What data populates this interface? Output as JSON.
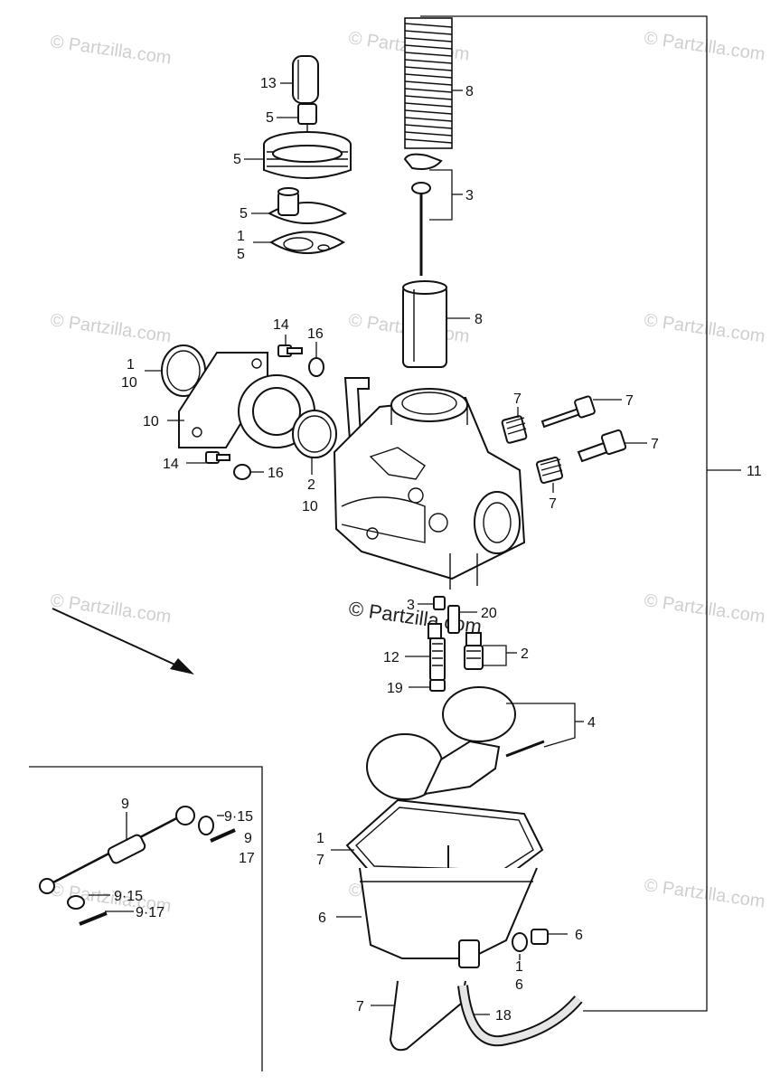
{
  "watermarks": {
    "small": "© Partzilla.com",
    "center": "© Partzilla.com"
  },
  "callouts": [
    {
      "id": "c13",
      "text": "13"
    },
    {
      "id": "c5a",
      "text": "5"
    },
    {
      "id": "c5b",
      "text": "5"
    },
    {
      "id": "c5c",
      "text": "5"
    },
    {
      "id": "c1a",
      "text": "1"
    },
    {
      "id": "c5d",
      "text": "5"
    },
    {
      "id": "c8a",
      "text": "8"
    },
    {
      "id": "c3a",
      "text": "3"
    },
    {
      "id": "c8b",
      "text": "8"
    },
    {
      "id": "c14a",
      "text": "14"
    },
    {
      "id": "c16a",
      "text": "16"
    },
    {
      "id": "c1b",
      "text": "1"
    },
    {
      "id": "c10a",
      "text": "10"
    },
    {
      "id": "c10b",
      "text": "10"
    },
    {
      "id": "c14b",
      "text": "14"
    },
    {
      "id": "c16b",
      "text": "16"
    },
    {
      "id": "c2a",
      "text": "2"
    },
    {
      "id": "c10c",
      "text": "10"
    },
    {
      "id": "c7a",
      "text": "7"
    },
    {
      "id": "c7b",
      "text": "7"
    },
    {
      "id": "c7c",
      "text": "7"
    },
    {
      "id": "c7d",
      "text": "7"
    },
    {
      "id": "c11",
      "text": "11"
    },
    {
      "id": "c3b",
      "text": "3"
    },
    {
      "id": "c20",
      "text": "20"
    },
    {
      "id": "c12",
      "text": "12"
    },
    {
      "id": "c2b",
      "text": "2"
    },
    {
      "id": "c19",
      "text": "19"
    },
    {
      "id": "c4",
      "text": "4"
    },
    {
      "id": "c9a",
      "text": "9"
    },
    {
      "id": "c915a",
      "text": "9·15"
    },
    {
      "id": "c9b",
      "text": "9"
    },
    {
      "id": "c17",
      "text": "17"
    },
    {
      "id": "c915b",
      "text": "9·15"
    },
    {
      "id": "c917",
      "text": "9·17"
    },
    {
      "id": "c1c",
      "text": "1"
    },
    {
      "id": "c7e",
      "text": "7"
    },
    {
      "id": "c6a",
      "text": "6"
    },
    {
      "id": "c6b",
      "text": "6"
    },
    {
      "id": "c1d",
      "text": "1"
    },
    {
      "id": "c6c",
      "text": "6"
    },
    {
      "id": "c7f",
      "text": "7"
    },
    {
      "id": "c18",
      "text": "18"
    }
  ]
}
